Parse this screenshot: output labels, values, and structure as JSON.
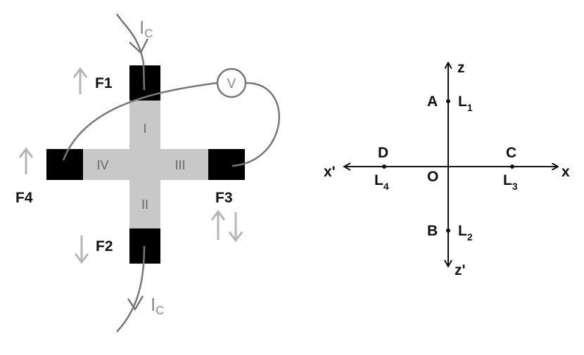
{
  "colors": {
    "pad": "#000000",
    "cross": "#c8c8c8",
    "wire": "#777777",
    "arrow_grey": "#b5b5b5",
    "text_dark": "#111111",
    "text_grey": "#8a8a8a",
    "axis": "#111111"
  },
  "sample": {
    "current_label": "I",
    "current_subscript": "C",
    "voltmeter_label": "V",
    "pads": [
      {
        "id": "F1",
        "label": "F1",
        "field_arrow": "up"
      },
      {
        "id": "F2",
        "label": "F2",
        "field_arrow": "down"
      },
      {
        "id": "F3",
        "label": "F3",
        "field_arrow": "up-down"
      },
      {
        "id": "F4",
        "label": "F4",
        "field_arrow": "up"
      }
    ],
    "arms": [
      "I",
      "II",
      "III",
      "IV"
    ]
  },
  "axes": {
    "x_pos": "x",
    "x_neg": "x'",
    "z_pos": "z",
    "z_neg": "z'",
    "origin": "O",
    "points": [
      {
        "name": "A",
        "loc": "L",
        "sub": "1"
      },
      {
        "name": "B",
        "loc": "L",
        "sub": "2"
      },
      {
        "name": "C",
        "loc": "L",
        "sub": "3"
      },
      {
        "name": "D",
        "loc": "L",
        "sub": "4"
      }
    ]
  }
}
